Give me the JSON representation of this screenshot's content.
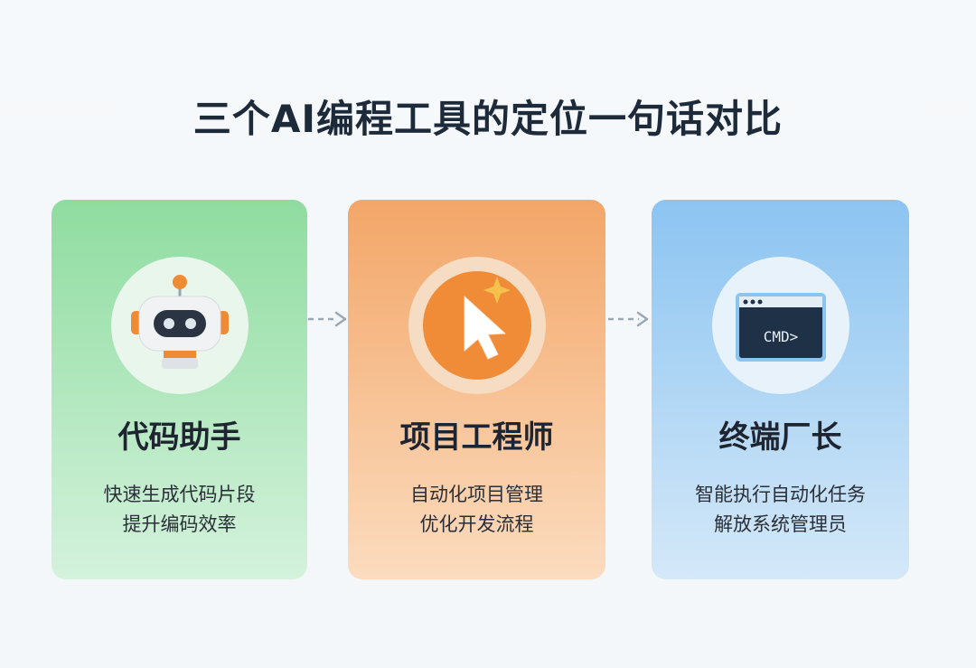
{
  "title": "三个AI编程工具的定位一句话对比",
  "cards": [
    {
      "icon": "robot-icon",
      "title": "代码助手",
      "lines": [
        "快速生成代码片段",
        "提升编码效率"
      ]
    },
    {
      "icon": "cursor-sparkle-icon",
      "title": "项目工程师",
      "lines": [
        "自动化项目管理",
        "优化开发流程"
      ]
    },
    {
      "icon": "terminal-icon",
      "title": "终端厂长",
      "lines": [
        "智能执行自动化任务",
        "解放系统管理员"
      ],
      "terminal_text": "CMD>"
    }
  ],
  "colors": {
    "green": "#8fdca0",
    "orange": "#f3a668",
    "blue": "#8cc4f1",
    "accent_orange": "#ee8b36",
    "dark": "#1d2a3a"
  }
}
